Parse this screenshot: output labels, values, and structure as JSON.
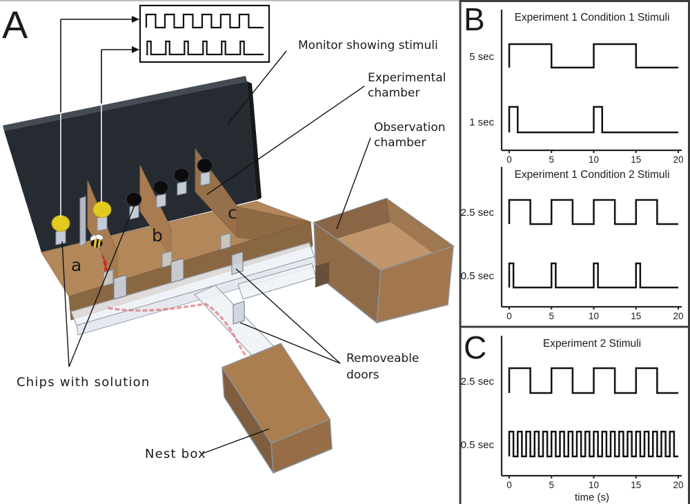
{
  "panel_a": {
    "label": "A",
    "compartment_labels": [
      "a",
      "b",
      "c"
    ],
    "annotations": {
      "monitor": "Monitor showing stimuli",
      "experimental_chamber": [
        "Experimental",
        "chamber"
      ],
      "observation_chamber": [
        "Observation",
        "chamber"
      ],
      "chips": "Chips with solution",
      "doors": [
        "Removeable",
        "doors"
      ],
      "nest_box": "Nest box"
    },
    "inset": {
      "xlim": [
        0,
        12.6
      ],
      "waves": [
        {
          "name": "slow-flicker-square-wave",
          "high_intervals": [
            [
              0,
              1
            ],
            [
              2,
              3
            ],
            [
              4,
              5
            ],
            [
              6,
              7
            ],
            [
              8,
              9
            ],
            [
              10,
              11
            ]
          ]
        },
        {
          "name": "brief-pulse-wave",
          "high_intervals": [
            [
              0.1,
              0.5
            ],
            [
              2.1,
              2.5
            ],
            [
              4.1,
              4.5
            ],
            [
              6.1,
              6.5
            ],
            [
              8.1,
              8.5
            ],
            [
              10.1,
              10.5
            ]
          ]
        }
      ]
    },
    "palette": {
      "monitor_face": "#262a31",
      "monitor_edge": "#454b55",
      "floor_brown": "#b2875a",
      "wall_brown": "#a87c50",
      "front_wall_brown": "#8a6743",
      "outer_wall_brown": "#8f6a45",
      "chip_yellow": "#e2ca1e",
      "chip_black": "#0c0c0e",
      "stand_gray": "#c3ccd6",
      "corridor_glass": "#eef1f5",
      "trail_red": "#cc3333"
    }
  },
  "panel_b": {
    "label": "B"
  },
  "panel_c": {
    "label": "C"
  },
  "chart_data": [
    {
      "type": "line",
      "panel": "B",
      "title": "Experiment 1 Condition 1 Stimuli",
      "xlim": [
        0,
        20
      ],
      "x_ticks": [
        0,
        5,
        10,
        15,
        20
      ],
      "xlabel": "",
      "line_color": "#111111",
      "series": [
        {
          "name": "5 sec",
          "high_intervals": [
            [
              0,
              5
            ],
            [
              10,
              15
            ]
          ]
        },
        {
          "name": "1 sec",
          "high_intervals": [
            [
              0,
              1
            ],
            [
              10,
              11
            ]
          ]
        }
      ]
    },
    {
      "type": "line",
      "panel": "B",
      "title": "Experiment 1 Condition 2 Stimuli",
      "xlim": [
        0,
        20
      ],
      "x_ticks": [
        0,
        5,
        10,
        15,
        20
      ],
      "xlabel": "",
      "line_color": "#111111",
      "series": [
        {
          "name": "2.5 sec",
          "high_intervals": [
            [
              0,
              2.5
            ],
            [
              5,
              7.5
            ],
            [
              10,
              12.5
            ],
            [
              15,
              17.5
            ]
          ]
        },
        {
          "name": "0.5 sec",
          "high_intervals": [
            [
              0,
              0.5
            ],
            [
              5,
              5.5
            ],
            [
              10,
              10.5
            ],
            [
              15,
              15.5
            ]
          ]
        }
      ]
    },
    {
      "type": "line",
      "panel": "C",
      "title": "Experiment 2 Stimuli",
      "xlim": [
        0,
        20
      ],
      "x_ticks": [
        0,
        5,
        10,
        15,
        20
      ],
      "xlabel": "time (s)",
      "line_color": "#111111",
      "series": [
        {
          "name": "2.5 sec",
          "high_intervals": [
            [
              0,
              2.5
            ],
            [
              5,
              7.5
            ],
            [
              10,
              12.5
            ],
            [
              15,
              17.5
            ]
          ]
        },
        {
          "name": "0.5 sec",
          "high_intervals": [
            [
              0,
              0.5
            ],
            [
              1,
              1.5
            ],
            [
              2,
              2.5
            ],
            [
              3,
              3.5
            ],
            [
              4,
              4.5
            ],
            [
              5,
              5.5
            ],
            [
              6,
              6.5
            ],
            [
              7,
              7.5
            ],
            [
              8,
              8.5
            ],
            [
              9,
              9.5
            ],
            [
              10,
              10.5
            ],
            [
              11,
              11.5
            ],
            [
              12,
              12.5
            ],
            [
              13,
              13.5
            ],
            [
              14,
              14.5
            ],
            [
              15,
              15.5
            ],
            [
              16,
              16.5
            ],
            [
              17,
              17.5
            ],
            [
              18,
              18.5
            ],
            [
              19,
              19.5
            ]
          ]
        }
      ]
    }
  ]
}
